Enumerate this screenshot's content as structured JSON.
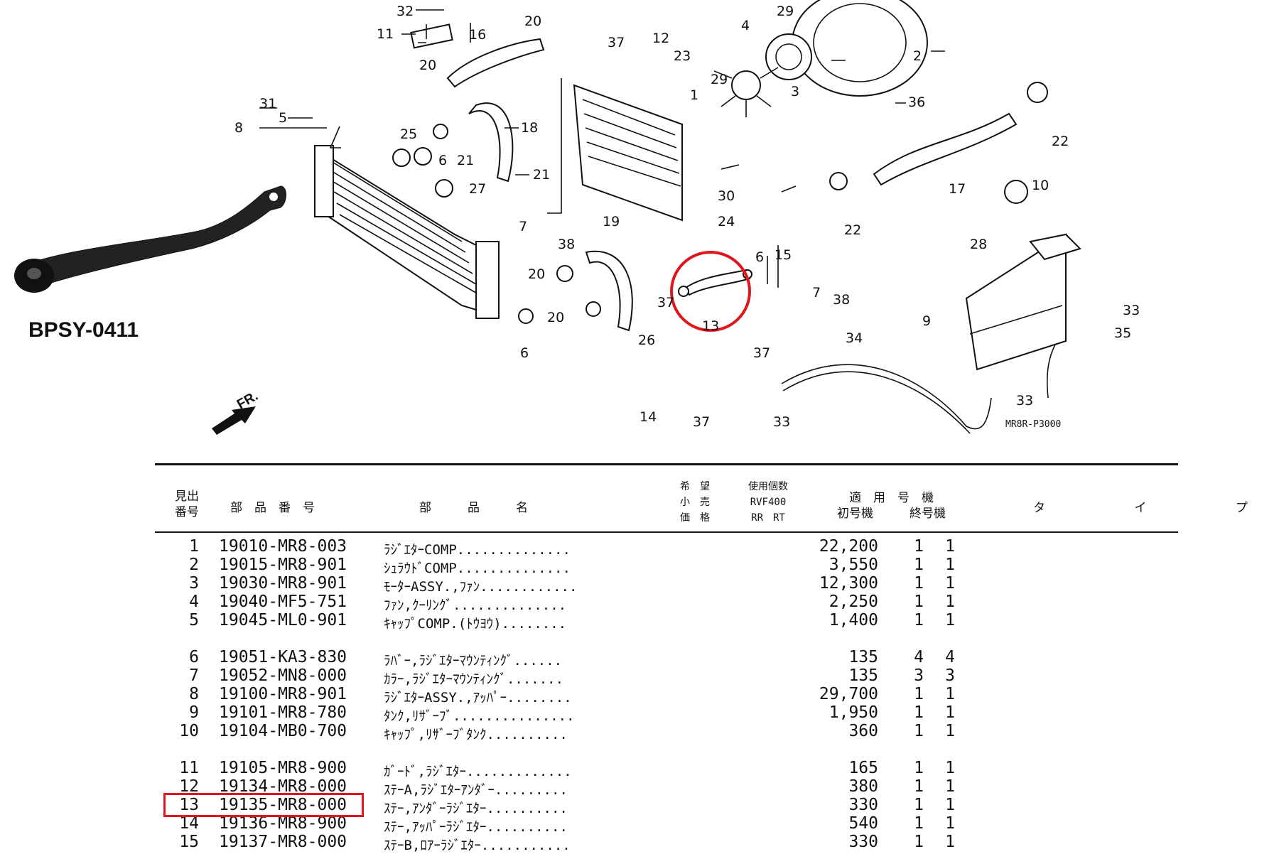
{
  "sku_label": "BPSY-0411",
  "fr_label": "FR.",
  "diagram_ref": "MR8R-P3000",
  "highlight_color": "#e0161d",
  "callouts": [
    "32",
    "11",
    "16",
    "20",
    "37",
    "12",
    "23",
    "29",
    "4",
    "3",
    "2",
    "36",
    "31",
    "5",
    "8",
    "25",
    "6",
    "21",
    "18",
    "20",
    "29",
    "1",
    "22",
    "27",
    "7",
    "38",
    "21",
    "30",
    "24",
    "22",
    "17",
    "10",
    "19",
    "20",
    "6",
    "15",
    "37",
    "13",
    "7",
    "38",
    "28",
    "33",
    "9",
    "35",
    "20",
    "26",
    "6",
    "37",
    "34",
    "33",
    "14",
    "37",
    "33"
  ],
  "table": {
    "headers": {
      "ref_no": [
        "見出",
        "番号"
      ],
      "part_no": "部　品　番　号",
      "part_name": "部　　　品　　　名",
      "price": [
        "希　望",
        "小　売",
        "価　格"
      ],
      "qty": [
        "使用個数",
        "RVF400",
        "RR　RT"
      ],
      "applicable": [
        "適　用　号　機",
        "初号機　　　終号機"
      ],
      "type": [
        "タ",
        "イ",
        "プ"
      ]
    },
    "rows": [
      {
        "no": "1",
        "part_no": "19010-MR8-003",
        "name": "ﾗｼﾞｴﾀｰCOMP..............",
        "price": "22,200",
        "rr": "1",
        "rt": "1"
      },
      {
        "no": "2",
        "part_no": "19015-MR8-901",
        "name": "ｼｭﾗｳﾄﾞCOMP..............",
        "price": "3,550",
        "rr": "1",
        "rt": "1"
      },
      {
        "no": "3",
        "part_no": "19030-MR8-901",
        "name": "ﾓｰﾀｰASSY.,ﾌｧﾝ............",
        "price": "12,300",
        "rr": "1",
        "rt": "1"
      },
      {
        "no": "4",
        "part_no": "19040-MF5-751",
        "name": "ﾌｧﾝ,ｸｰﾘﾝｸﾞ..............",
        "price": "2,250",
        "rr": "1",
        "rt": "1"
      },
      {
        "no": "5",
        "part_no": "19045-ML0-901",
        "name": "ｷｬｯﾌﾟCOMP.(ﾄｳﾖｳ)........",
        "price": "1,400",
        "rr": "1",
        "rt": "1"
      },
      {
        "no": "6",
        "part_no": "19051-KA3-830",
        "name": "ﾗﾊﾞｰ,ﾗｼﾞｴﾀｰﾏｳﾝﾃｨﾝｸﾞ......",
        "price": "135",
        "rr": "4",
        "rt": "4"
      },
      {
        "no": "7",
        "part_no": "19052-MN8-000",
        "name": "ｶﾗｰ,ﾗｼﾞｴﾀｰﾏｳﾝﾃｨﾝｸﾞ.......",
        "price": "135",
        "rr": "3",
        "rt": "3"
      },
      {
        "no": "8",
        "part_no": "19100-MR8-901",
        "name": "ﾗｼﾞｴﾀｰASSY.,ｱｯﾊﾟｰ........",
        "price": "29,700",
        "rr": "1",
        "rt": "1"
      },
      {
        "no": "9",
        "part_no": "19101-MR8-780",
        "name": "ﾀﾝｸ,ﾘｻﾞｰﾌﾞ...............",
        "price": "1,950",
        "rr": "1",
        "rt": "1"
      },
      {
        "no": "10",
        "part_no": "19104-MB0-700",
        "name": "ｷｬｯﾌﾟ,ﾘｻﾞｰﾌﾞﾀﾝｸ..........",
        "price": "360",
        "rr": "1",
        "rt": "1"
      },
      {
        "no": "11",
        "part_no": "19105-MR8-900",
        "name": "ｶﾞｰﾄﾞ,ﾗｼﾞｴﾀｰ.............",
        "price": "165",
        "rr": "1",
        "rt": "1"
      },
      {
        "no": "12",
        "part_no": "19134-MR8-000",
        "name": "ｽﾃｰA,ﾗｼﾞｴﾀｰｱﾝﾀﾞｰ.........",
        "price": "380",
        "rr": "1",
        "rt": "1"
      },
      {
        "no": "13",
        "part_no": "19135-MR8-000",
        "name": "ｽﾃｰ,ｱﾝﾀﾞｰﾗｼﾞｴﾀｰ..........",
        "price": "330",
        "rr": "1",
        "rt": "1"
      },
      {
        "no": "14",
        "part_no": "19136-MR8-900",
        "name": "ｽﾃｰ,ｱｯﾊﾟｰﾗｼﾞｴﾀｰ..........",
        "price": "540",
        "rr": "1",
        "rt": "1"
      },
      {
        "no": "15",
        "part_no": "19137-MR8-000",
        "name": "ｽﾃｰB,ﾛｱｰﾗｼﾞｴﾀｰ...........",
        "price": "330",
        "rr": "1",
        "rt": "1"
      }
    ]
  }
}
